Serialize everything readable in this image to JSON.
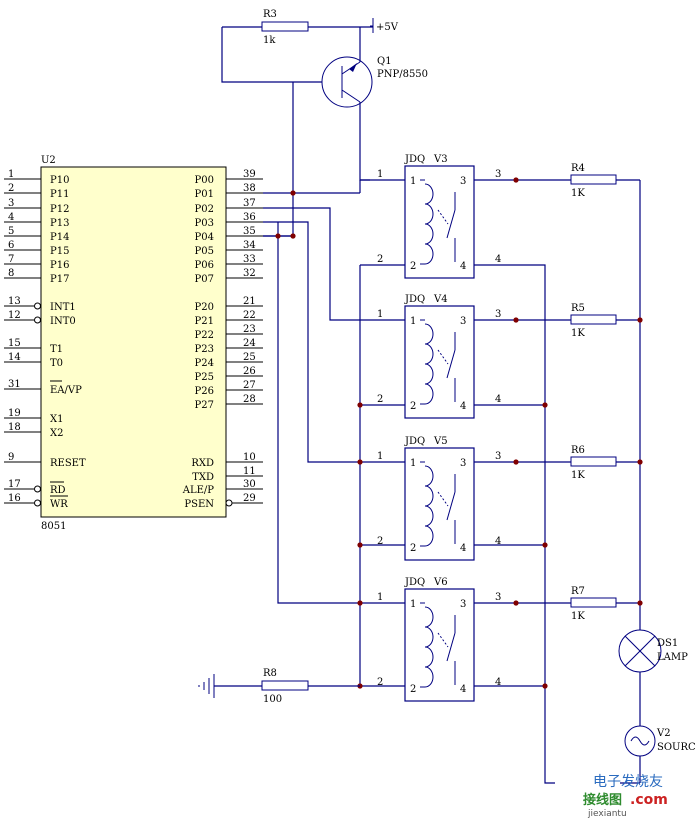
{
  "u2": {
    "ref": "U2",
    "part": "8051",
    "left_pins": [
      {
        "num": "1",
        "name": "P10"
      },
      {
        "num": "2",
        "name": "P11"
      },
      {
        "num": "3",
        "name": "P12"
      },
      {
        "num": "4",
        "name": "P13"
      },
      {
        "num": "5",
        "name": "P14"
      },
      {
        "num": "6",
        "name": "P15"
      },
      {
        "num": "7",
        "name": "P16"
      },
      {
        "num": "8",
        "name": "P17"
      },
      {
        "num": "13",
        "name": "INT1"
      },
      {
        "num": "12",
        "name": "INT0"
      },
      {
        "num": "15",
        "name": "T1"
      },
      {
        "num": "14",
        "name": "T0"
      },
      {
        "num": "31",
        "name": "EA/VP"
      },
      {
        "num": "19",
        "name": "X1"
      },
      {
        "num": "18",
        "name": "X2"
      },
      {
        "num": "9",
        "name": "RESET"
      },
      {
        "num": "17",
        "name": "RD"
      },
      {
        "num": "16",
        "name": "WR"
      }
    ],
    "right_pins": [
      {
        "num": "39",
        "name": "P00"
      },
      {
        "num": "38",
        "name": "P01"
      },
      {
        "num": "37",
        "name": "P02"
      },
      {
        "num": "36",
        "name": "P03"
      },
      {
        "num": "35",
        "name": "P04"
      },
      {
        "num": "34",
        "name": "P05"
      },
      {
        "num": "33",
        "name": "P06"
      },
      {
        "num": "32",
        "name": "P07"
      },
      {
        "num": "21",
        "name": "P20"
      },
      {
        "num": "22",
        "name": "P21"
      },
      {
        "num": "23",
        "name": "P22"
      },
      {
        "num": "24",
        "name": "P23"
      },
      {
        "num": "25",
        "name": "P24"
      },
      {
        "num": "26",
        "name": "P25"
      },
      {
        "num": "27",
        "name": "P26"
      },
      {
        "num": "28",
        "name": "P27"
      },
      {
        "num": "10",
        "name": "RXD"
      },
      {
        "num": "11",
        "name": "TXD"
      },
      {
        "num": "30",
        "name": "ALE/P"
      },
      {
        "num": "29",
        "name": "PSEN"
      }
    ]
  },
  "q1": {
    "ref": "Q1",
    "part": "PNP/8550"
  },
  "r3": {
    "ref": "R3",
    "value": "1k"
  },
  "supply": {
    "label": "+5V"
  },
  "relays": [
    {
      "label": "JDQ",
      "ref": "V3",
      "p1": "1",
      "p2": "2",
      "p3": "3",
      "p4": "4"
    },
    {
      "label": "JDQ",
      "ref": "V4",
      "p1": "1",
      "p2": "2",
      "p3": "3",
      "p4": "4"
    },
    {
      "label": "JDQ",
      "ref": "V5",
      "p1": "1",
      "p2": "2",
      "p3": "3",
      "p4": "4"
    },
    {
      "label": "JDQ",
      "ref": "V6",
      "p1": "1",
      "p2": "2",
      "p3": "3",
      "p4": "4"
    }
  ],
  "relay_wire_labels": [
    {
      "a": "1",
      "b": "2",
      "c": "3",
      "d": "4"
    },
    {
      "a": "1",
      "b": "2",
      "c": "3",
      "d": "4"
    },
    {
      "a": "1",
      "b": "2",
      "c": "3",
      "d": "4"
    },
    {
      "a": "1",
      "b": "2",
      "c": "3",
      "d": "4"
    }
  ],
  "resistors": [
    {
      "ref": "R4",
      "value": "1K"
    },
    {
      "ref": "R5",
      "value": "1K"
    },
    {
      "ref": "R6",
      "value": "1K"
    },
    {
      "ref": "R7",
      "value": "1K"
    }
  ],
  "r8": {
    "ref": "R8",
    "value": "100"
  },
  "ds1": {
    "ref": "DS1",
    "part": "LAMP"
  },
  "v2": {
    "ref": "V2",
    "part": "SOURC"
  },
  "watermark": {
    "line1": "电子发烧友",
    "line2": "接线图",
    "line3": ".com",
    "line4": "jiexiantu"
  }
}
